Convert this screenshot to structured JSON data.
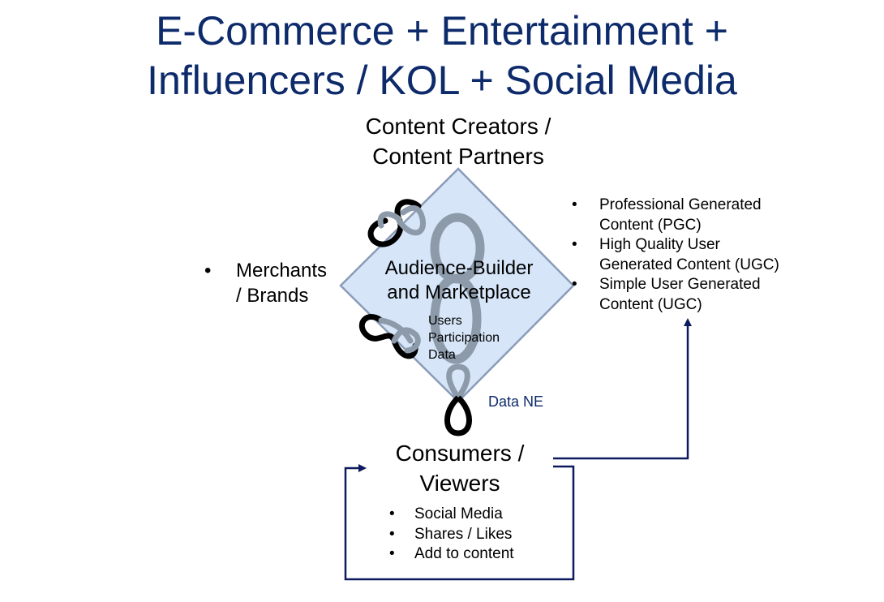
{
  "title": {
    "line1": "E-Commerce + Entertainment +",
    "line2": "Influencers / KOL + Social Media"
  },
  "top_node": {
    "line1": "Content Creators /",
    "line2": "Content Partners"
  },
  "center_node": {
    "line1": "Audience-Builder",
    "line2": "and Marketplace",
    "sub_lines": [
      "Users",
      "Participation",
      "Data"
    ]
  },
  "left_node": {
    "bullet": "•",
    "line1": "Merchants",
    "line2": "/ Brands"
  },
  "right_list": {
    "bullet": "•",
    "items": [
      {
        "line1": "Professional Generated",
        "line2": "Content (PGC)"
      },
      {
        "line1": "High Quality User",
        "line2": "Generated Content (UGC)"
      },
      {
        "line1": "Simple User Generated",
        "line2": "Content (UGC)"
      }
    ]
  },
  "data_label": "Data NE",
  "bottom_node": {
    "line1": "Consumers /",
    "line2": "Viewers",
    "bullet": "•",
    "items": [
      "Social Media",
      "Shares / Likes",
      "Add to content"
    ]
  },
  "colors": {
    "title": "#0d2a6b",
    "diamond_fill": "#d6e6f8",
    "diamond_stroke": "#8a9bb8",
    "loop_gray": "#8c9aaa",
    "loop_black": "#000000",
    "connector": "#0d1a5e",
    "data_label": "#0d2a6b"
  },
  "icons": {
    "center": "figure-eight-icon",
    "upper_left": "infinity-knot-icon",
    "lower_left": "infinity-knot-icon",
    "bottom": "loop-knot-icon",
    "arrows": "arrowhead-icon"
  }
}
